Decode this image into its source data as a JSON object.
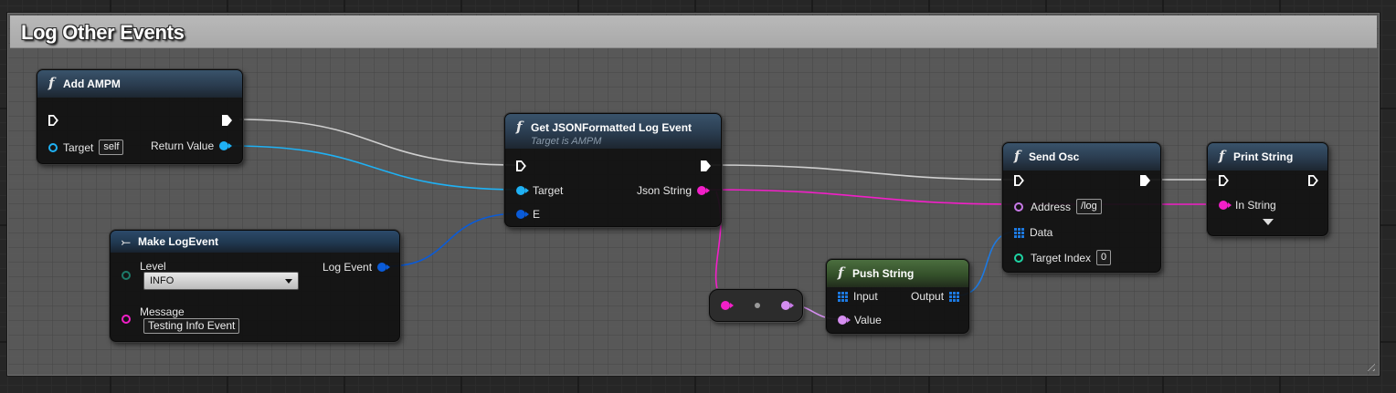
{
  "comment": {
    "title": "Log Other Events"
  },
  "nodes": {
    "add_ampm": {
      "title": "Add AMPM",
      "target_label": "Target",
      "target_value": "self",
      "return_label": "Return Value"
    },
    "get_json": {
      "title": "Get JSONFormatted Log Event",
      "subtitle": "Target is AMPM",
      "target_label": "Target",
      "e_label": "E",
      "json_label": "Json String"
    },
    "make_log": {
      "title": "Make LogEvent",
      "level_label": "Level",
      "level_value": "INFO",
      "message_label": "Message",
      "message_value": "Testing Info Event",
      "log_event_label": "Log Event"
    },
    "send_osc": {
      "title": "Send Osc",
      "address_label": "Address",
      "address_value": "/log",
      "data_label": "Data",
      "target_index_label": "Target Index",
      "target_index_value": "0"
    },
    "print_string": {
      "title": "Print String",
      "in_string_label": "In String"
    },
    "push_string": {
      "title": "Push String",
      "input_label": "Input",
      "output_label": "Output",
      "value_label": "Value"
    }
  },
  "pin_colors": {
    "exec": "#ffffff",
    "object": "#1fb1f4",
    "string": "#f21fc8",
    "struct": "#0a5bd8",
    "enum": "#1d7a6a",
    "integer": "#1ed4a4"
  },
  "icons": {
    "function": "function-icon",
    "make_struct": "make-struct-icon",
    "array": "array-icon"
  }
}
